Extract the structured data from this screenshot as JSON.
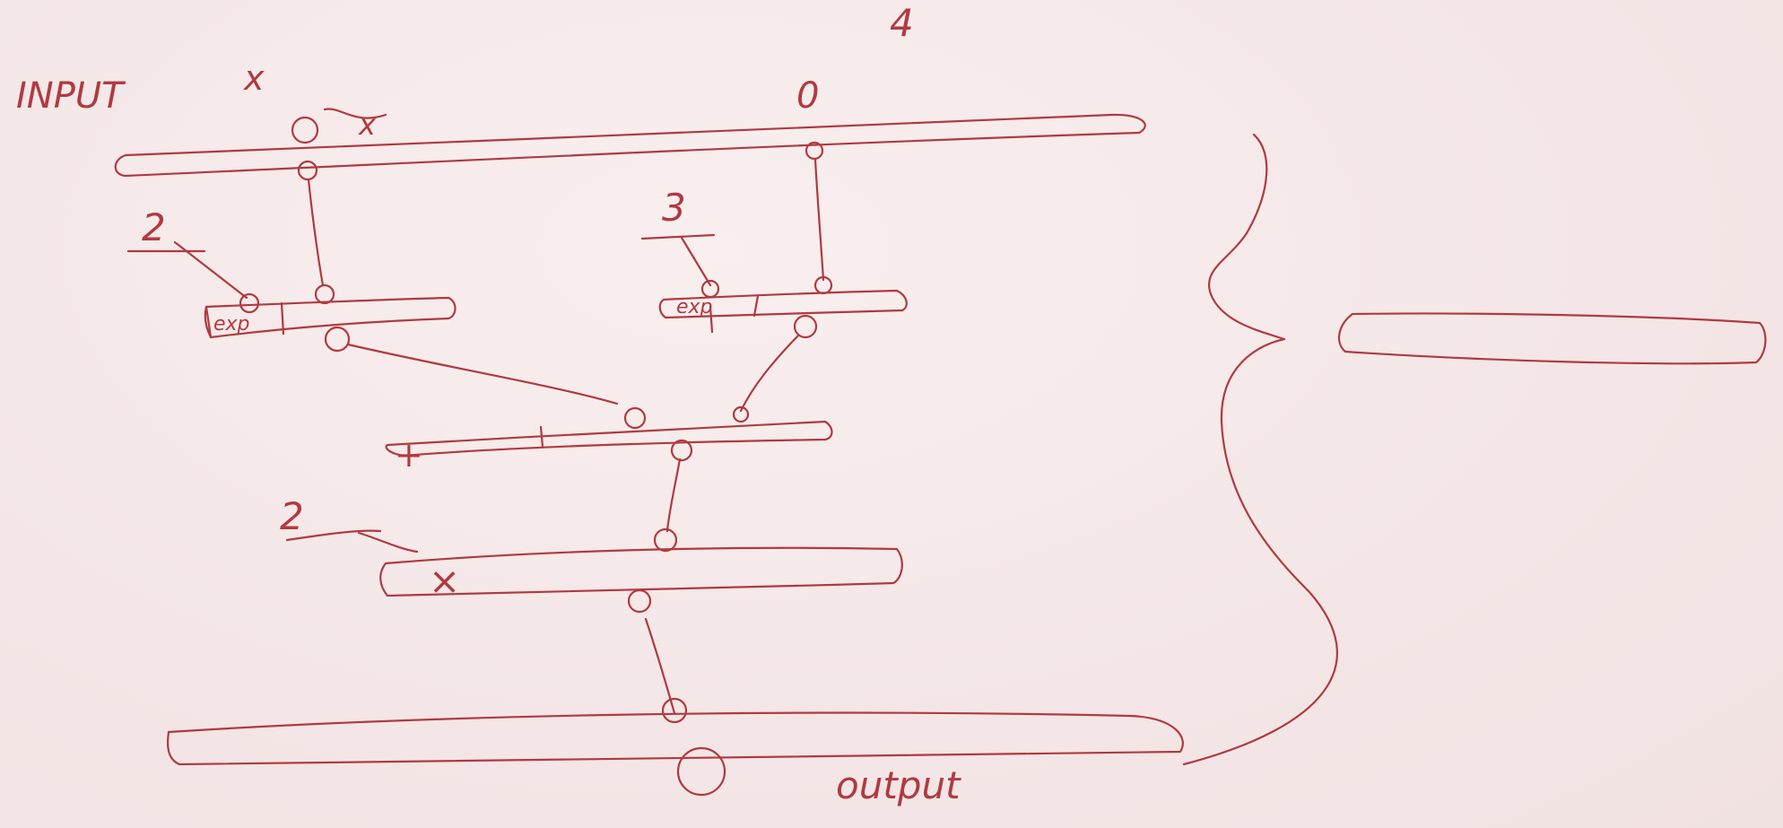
{
  "labels": {
    "input": "INPUT",
    "x": "x",
    "top_number": "4",
    "zero": "0",
    "two_a": "2",
    "three": "3",
    "two_b": "2",
    "output": "output"
  },
  "blocks": {
    "input_bar": {
      "right_label": "x"
    },
    "exp_left": {
      "op": "exp"
    },
    "exp_right": {
      "op": "exp"
    },
    "add": {
      "op": "+"
    },
    "mul": {
      "op": "×"
    }
  },
  "colors": {
    "ink": "#b03a40",
    "paper": "#f6eaea"
  }
}
